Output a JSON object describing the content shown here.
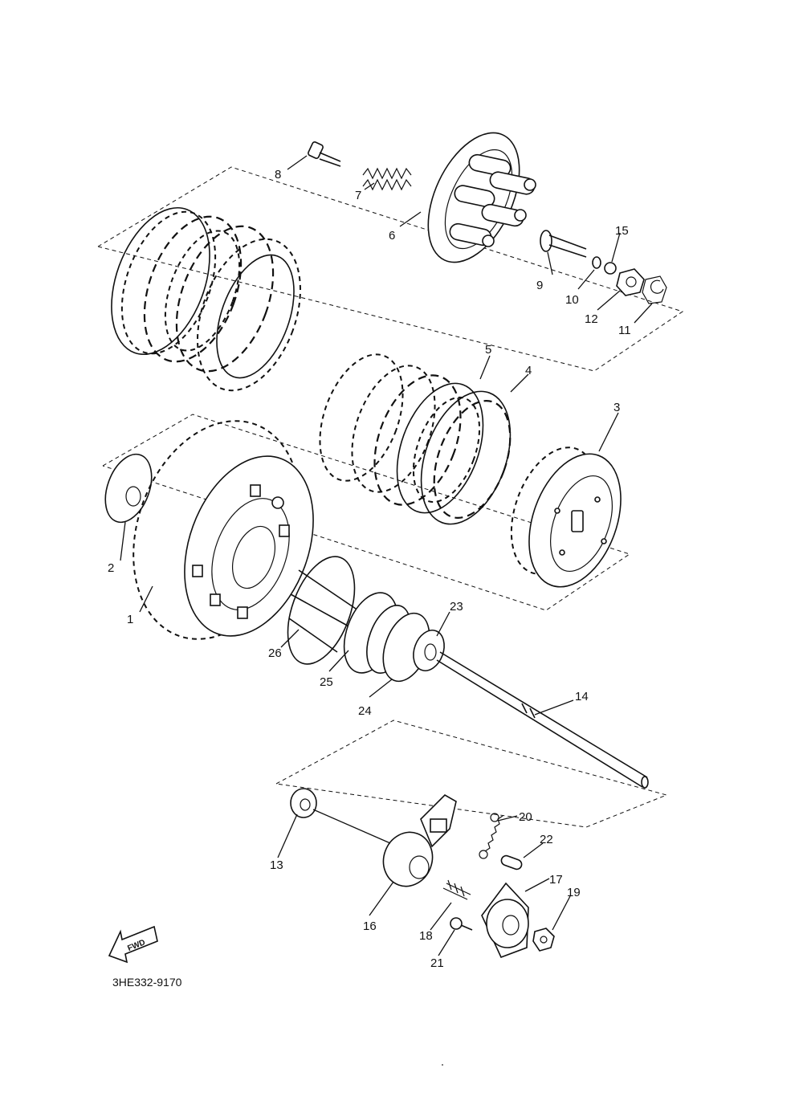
{
  "diagram": {
    "part_labels": [
      "1",
      "2",
      "3",
      "4",
      "5",
      "6",
      "7",
      "8",
      "9",
      "10",
      "11",
      "12",
      "13",
      "14",
      "15",
      "16",
      "17",
      "18",
      "19",
      "20",
      "21",
      "22",
      "23",
      "24",
      "25",
      "26"
    ],
    "fwd_label": "FWD",
    "drawing_code": "3HE332-9170"
  }
}
